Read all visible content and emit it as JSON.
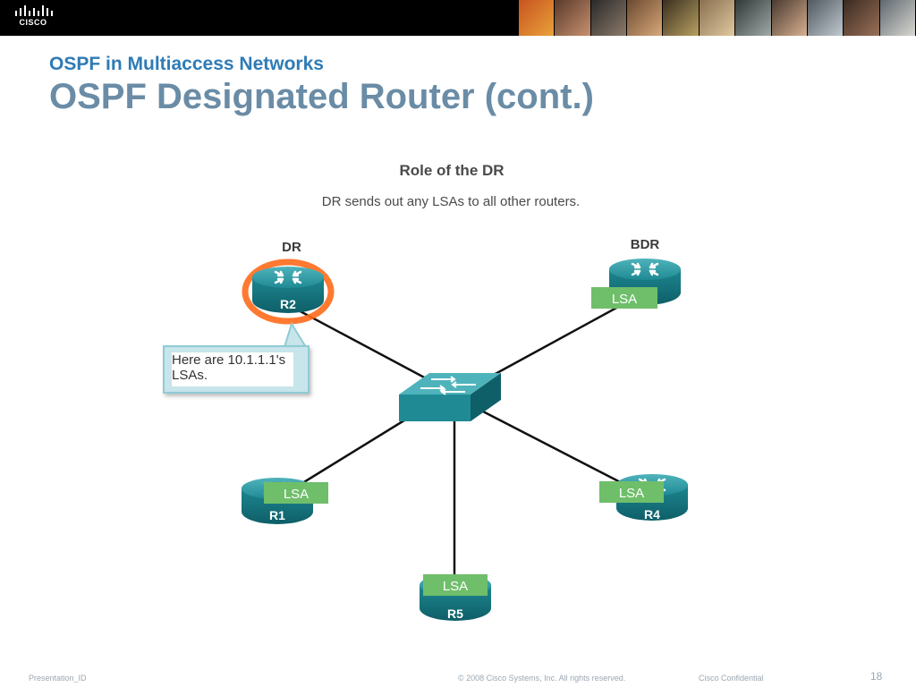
{
  "header": {
    "logo_text": "CISCO",
    "subtitle": "OSPF in Multiaccess Networks",
    "title": "OSPF Designated Router (cont.)"
  },
  "diagram": {
    "heading": "Role of the DR",
    "description": "DR sends out any LSAs to all other routers.",
    "labels": {
      "dr": "DR",
      "bdr": "BDR"
    },
    "routers": {
      "r1": "R1",
      "r2": "R2",
      "r4": "R4",
      "r5": "R5"
    },
    "lsa": "LSA",
    "callout_line1": "Here are 10.1.1.1's",
    "callout_line2": "LSAs.",
    "colors": {
      "router": "#1f8a94",
      "lsa": "#6fbe6a",
      "highlight": "#ff6a1a",
      "switch": "#229aa3"
    }
  },
  "footer": {
    "presentation_id": "Presentation_ID",
    "copyright": "© 2008 Cisco Systems, Inc. All rights reserved.",
    "confidential": "Cisco Confidential",
    "page_number": "18"
  }
}
